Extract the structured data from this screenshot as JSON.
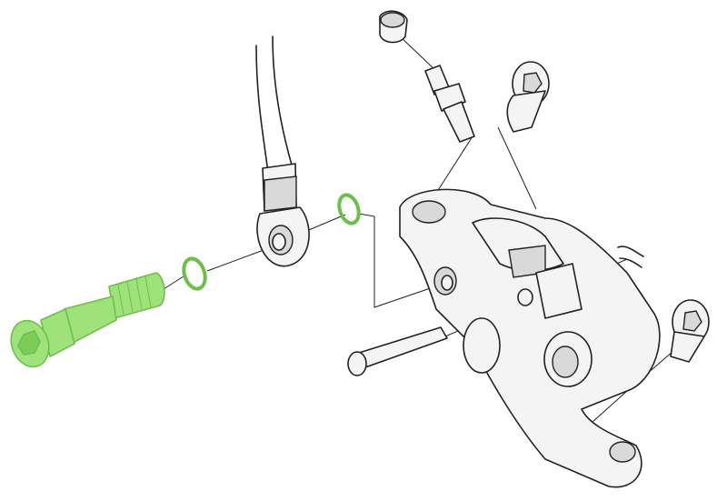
{
  "diagram": {
    "type": "exploded-parts-view",
    "highlight_color": "#9fe27c",
    "highlight_stroke": "#6cc04a",
    "line_color": "#222222",
    "part_fill": "#f4f4f4",
    "highlighted_parts": [
      "banjo-bolt",
      "o-ring-inner",
      "o-ring-outer"
    ]
  }
}
